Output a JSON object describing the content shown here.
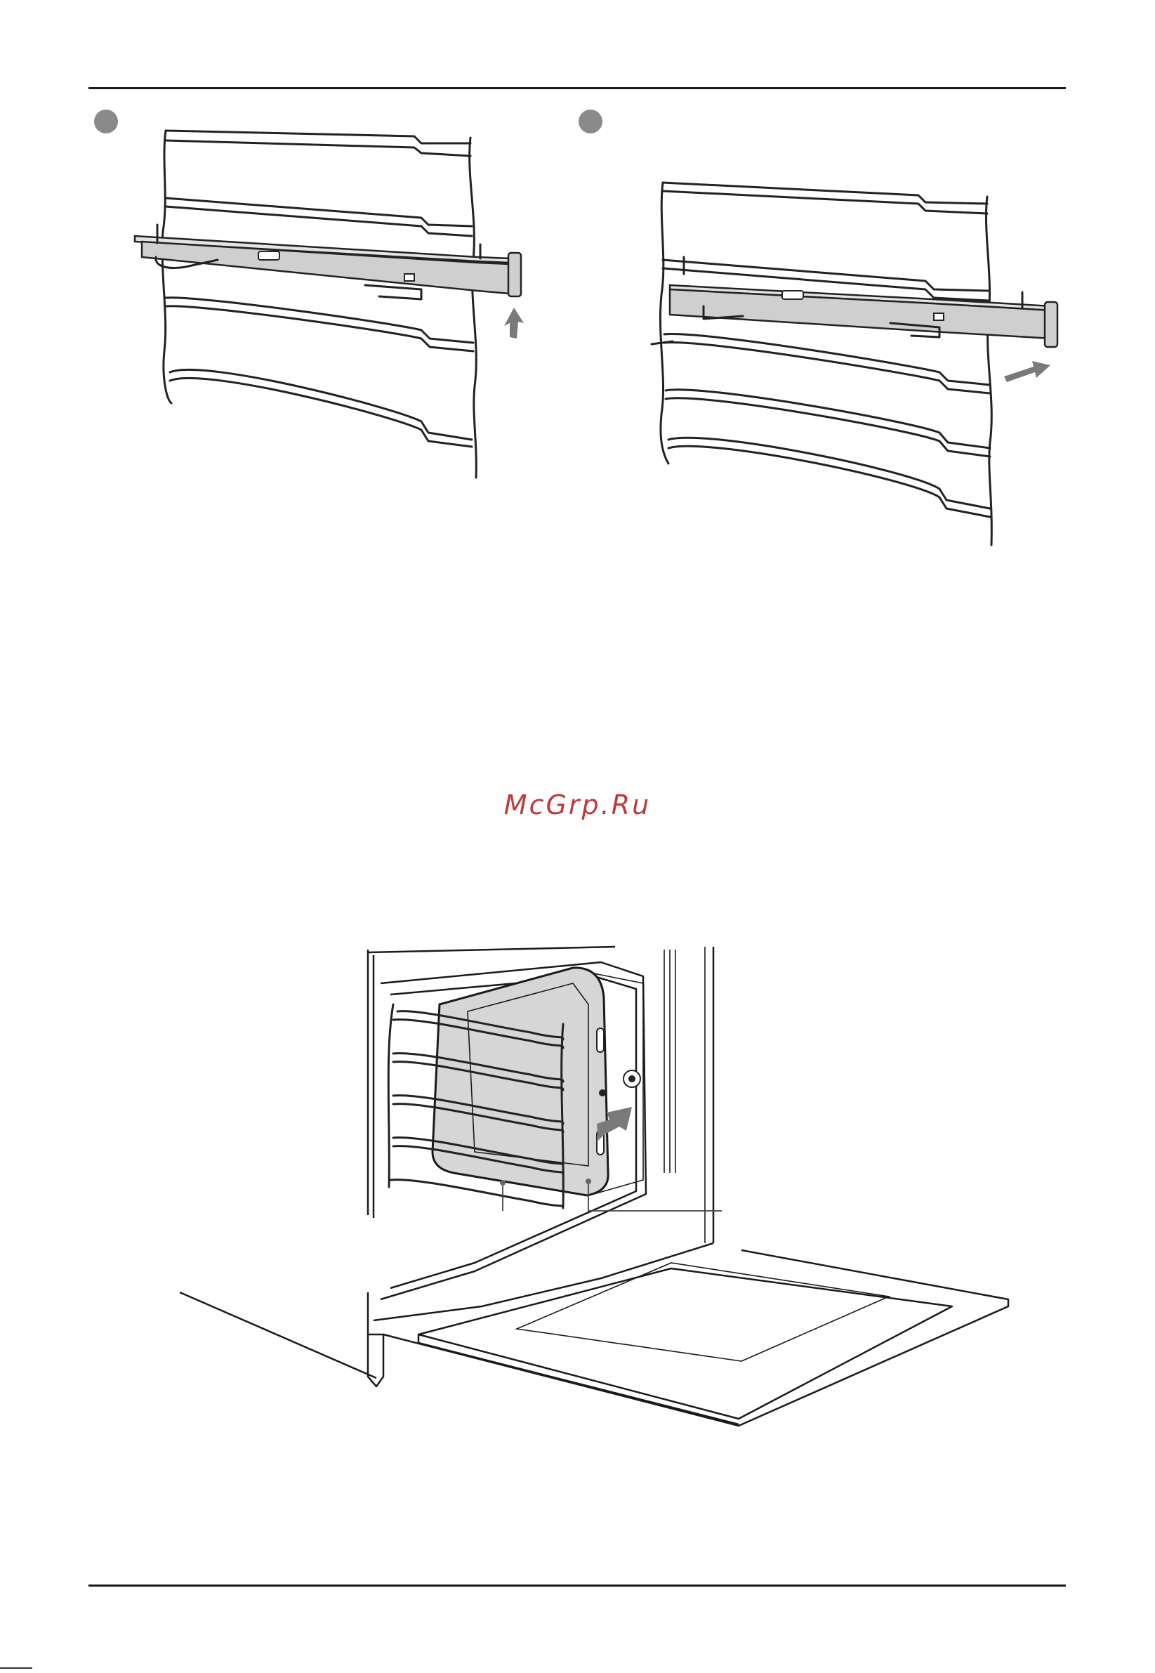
{
  "watermark": {
    "text": "McGrp.Ru"
  },
  "figures": [
    {
      "name": "rack-rail-lift-step",
      "icon": "up-arrow-icon"
    },
    {
      "name": "rack-rail-insert-step",
      "icon": "right-arrow-icon"
    },
    {
      "name": "oven-cavity-side-panel",
      "icon": "insert-arrow-icon"
    }
  ],
  "colors": {
    "rule": "#1a1a1a",
    "marker": "#8a8a8a",
    "arrow": "#7a7a7a",
    "panel": "#d6d6d6",
    "watermark": "#c0393b"
  }
}
